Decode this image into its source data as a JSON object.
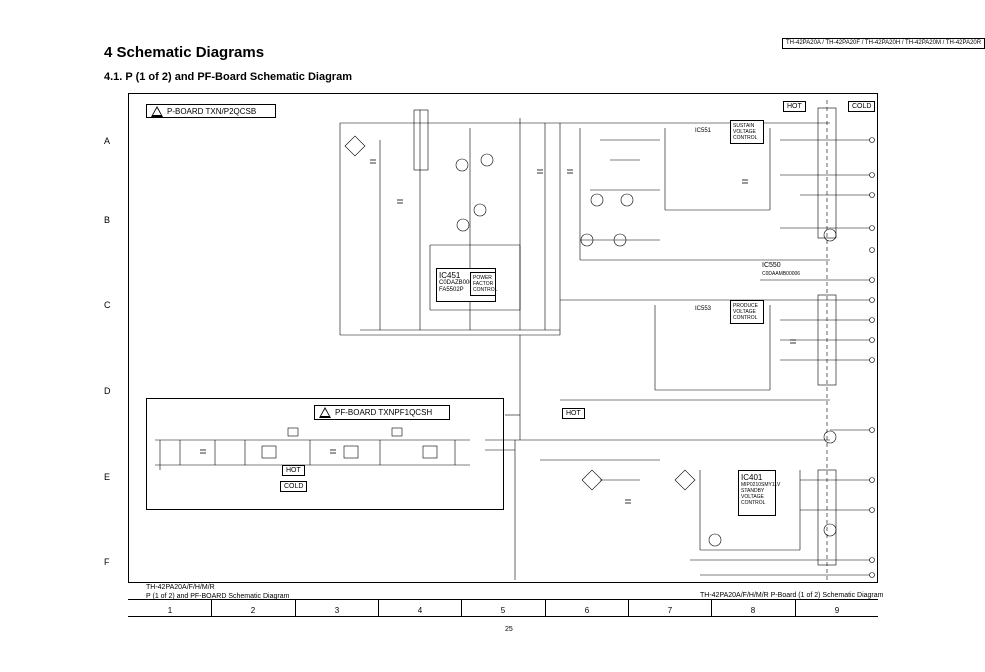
{
  "header": {
    "models": "TH-42PA20A / TH-42PA20F / TH-42PA20H / TH-42PA20M / TH-42PA20R",
    "section_title": "4 Schematic Diagrams",
    "subsection_title": "4.1.   P (1 of 2) and PF-Board Schematic Diagram"
  },
  "rows": [
    "A",
    "B",
    "C",
    "D",
    "E",
    "F"
  ],
  "columns": [
    "1",
    "2",
    "3",
    "4",
    "5",
    "6",
    "7",
    "8",
    "9"
  ],
  "boards": {
    "p_board": "P-BOARD TXN/P2QCSB",
    "pf_board": "PF-BOARD TXNPF1QCSH"
  },
  "zones": {
    "hot": "HOT",
    "cold": "COLD"
  },
  "ics": {
    "ic451": {
      "ref": "IC451",
      "part": "C0DAZB000001",
      "chip": "FA5502P",
      "function": [
        "POWER",
        "FACTOR",
        "CONTROL"
      ]
    },
    "ic551": {
      "ref": "IC551",
      "function": [
        "SUSTAIN",
        "VOLTAGE",
        "CONTROL"
      ]
    },
    "ic550": {
      "ref": "IC550",
      "part": "C0DAAMB00006"
    },
    "ic553": {
      "ref": "IC553",
      "function": [
        "PRODUCE",
        "VOLTAGE",
        "CONTROL"
      ]
    },
    "ic401": {
      "ref": "IC401",
      "part": "MIP0210SMY11V",
      "function": [
        "STANDBY",
        "VOLTAGE",
        "CONTROL"
      ]
    }
  },
  "footer": {
    "left_model": "TH-42PA20A/F/H/M/R",
    "left_caption": "P (1 of 2) and PF-BOARD Schematic Diagram",
    "right_caption": "TH-42PA20A/F/H/M/R P-Board (1 of 2) Schematic Diagram",
    "page_number": "25"
  }
}
